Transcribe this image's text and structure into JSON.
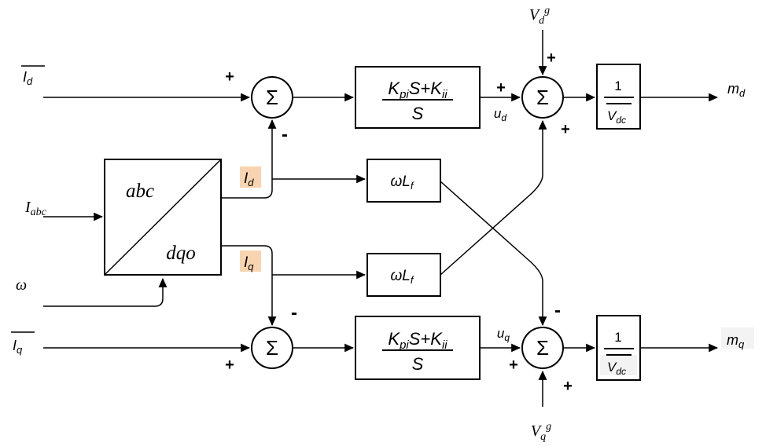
{
  "colors": {
    "stroke": "#000000",
    "background": "#ffffff",
    "signal_highlight": "#F8D5B0",
    "faint_highlight": "#f3f3f3"
  },
  "sum": {
    "symbol": "Σ"
  },
  "signs": {
    "plus": "+",
    "minus": "-"
  },
  "io": {
    "id_ref": {
      "base": "I",
      "sub": "d"
    },
    "iq_ref": {
      "base": "I",
      "sub": "q"
    },
    "iabc": {
      "base": "I",
      "sub": "abc"
    },
    "omega": "ω",
    "vdg": {
      "base": "V",
      "sub": "d",
      "sup": "g"
    },
    "vqg": {
      "base": "V",
      "sub": "q",
      "sup": "g"
    },
    "md": {
      "base": "m",
      "sub": "d"
    },
    "mq": {
      "base": "m",
      "sub": "q"
    }
  },
  "signals": {
    "id": {
      "base": "I",
      "sub": "d"
    },
    "iq": {
      "base": "I",
      "sub": "q"
    },
    "ud": {
      "base": "u",
      "sub": "d"
    },
    "uq": {
      "base": "u",
      "sub": "q"
    }
  },
  "blocks": {
    "transform": {
      "top": "abc",
      "bottom": "dqo"
    },
    "pi": {
      "num_k1": "K",
      "num_k1_sub": "pi",
      "num_mid": "S+K",
      "num_k2_sub": "ii",
      "den": "S"
    },
    "coupling": {
      "base": "ωL",
      "sub": "f"
    },
    "gain": {
      "num": "1",
      "den_base": "V",
      "den_sub": "dc"
    }
  }
}
